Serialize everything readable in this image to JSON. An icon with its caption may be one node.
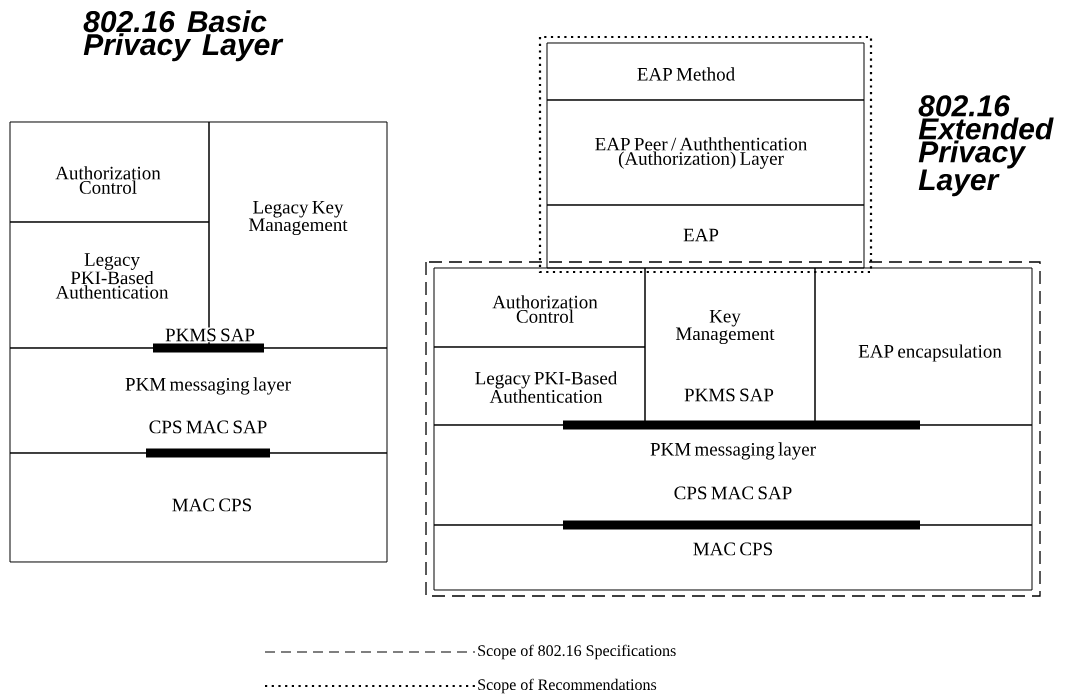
{
  "diagram": {
    "nodes": [
      {
        "text": [
          "Authorization Control"
        ]
      },
      {
        "text": [
          "Legacy PKI-Based Authentication"
        ]
      },
      {
        "text": [
          "Legacy Key Management"
        ]
      },
      {
        "text": [
          "PKM messaging layer",
          "CPS MAC SAP"
        ]
      },
      {
        "text": [
          "MAC CPS"
        ]
      },
      {
        "text": [
          "EAP Method"
        ]
      },
      {
        "text": [
          "EAP Peer / Auththentication (Authorization) Layer"
        ]
      },
      {
        "text": [
          "EAP"
        ]
      },
      {
        "text": [
          "Authorization Control"
        ]
      },
      {
        "text": [
          "Key Management",
          "PKMS SAP"
        ]
      },
      {
        "text": [
          "EAP encapsulation"
        ]
      },
      {
        "text": [
          "Legacy PKI-Based Authentication"
        ]
      },
      {
        "text": [
          "PKM messaging layer",
          "CPS MAC SAP"
        ]
      },
      {
        "text": [
          "MAC CPS"
        ]
      }
    ],
    "labels": [
      "802.16 Basic Privacy Layer",
      "802.16 Extended Privacy Layer",
      "PKMS SAP"
    ],
    "legend": [
      {
        "text": "Scope of 802.16 Specifications"
      },
      {
        "text": "Scope of Recommendations"
      }
    ]
  }
}
